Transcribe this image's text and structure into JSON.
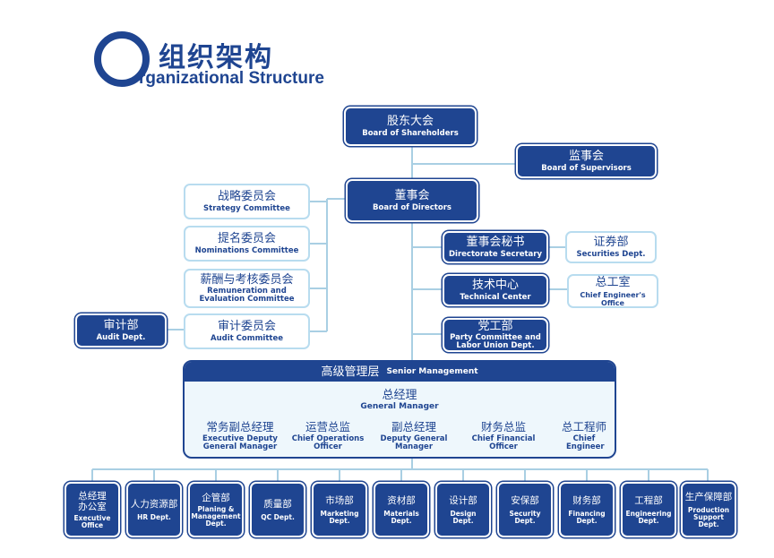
{
  "title": {
    "cn": "组织架构",
    "en": "rganizational Structure"
  },
  "colors": {
    "primary": "#1f4591",
    "light_border": "#b8dcef",
    "line": "#a9cfe3"
  },
  "shareholders": {
    "cn": "股东大会",
    "en": "Board of Shareholders"
  },
  "supervisors": {
    "cn": "监事会",
    "en": "Board of Supervisors"
  },
  "directors": {
    "cn": "董事会",
    "en": "Board of Directors"
  },
  "committees": [
    {
      "cn": "战略委员会",
      "en": "Strategy Committee"
    },
    {
      "cn": "提名委员会",
      "en": "Nominations  Committee"
    },
    {
      "cn": "薪酬与考核委员会",
      "en": "Remuneration and Evaluation Committee"
    },
    {
      "cn": "审计委员会",
      "en": "Audit Committee"
    }
  ],
  "audit_dept": {
    "cn": "审计部",
    "en": "Audit Dept."
  },
  "secretary": {
    "cn": "董事会秘书",
    "en": "Directorate Secretary"
  },
  "securities": {
    "cn": "证券部",
    "en": "Securities Dept."
  },
  "tech_center": {
    "cn": "技术中心",
    "en": "Technical Center"
  },
  "chief_engineer_office": {
    "cn": "总工室",
    "en": "Chief Engineer's Office"
  },
  "party": {
    "cn": "党工部",
    "en": "Party Committee and Labor Union Dept."
  },
  "senior": {
    "cn": "高级管理层",
    "en": "Senior Management",
    "gm": {
      "cn": "总经理",
      "en": "General Manager"
    },
    "execs": [
      {
        "cn": "常务副总经理",
        "en": "Executive Deputy General Manager"
      },
      {
        "cn": "运营总监",
        "en": "Chief Operations Officer"
      },
      {
        "cn": "副总经理",
        "en": "Deputy General Manager"
      },
      {
        "cn": "财务总监",
        "en": "Chief Financial Officer"
      },
      {
        "cn": "总工程师",
        "en": "Chief Engineer"
      }
    ]
  },
  "departments": [
    {
      "cn": "总经理办公室",
      "en": "Executive Office"
    },
    {
      "cn": "人力资源部",
      "en": "HR Dept."
    },
    {
      "cn": "企管部",
      "en": "Planing & Management Dept."
    },
    {
      "cn": "质量部",
      "en": "QC Dept."
    },
    {
      "cn": "市场部",
      "en": "Marketing Dept."
    },
    {
      "cn": "资材部",
      "en": "Materials Dept."
    },
    {
      "cn": "设计部",
      "en": "Design Dept."
    },
    {
      "cn": "安保部",
      "en": "Security Dept."
    },
    {
      "cn": "财务部",
      "en": "Financing Dept."
    },
    {
      "cn": "工程部",
      "en": "Engineering Dept."
    },
    {
      "cn": "生产保障部",
      "en": "Production Support Dept."
    }
  ]
}
